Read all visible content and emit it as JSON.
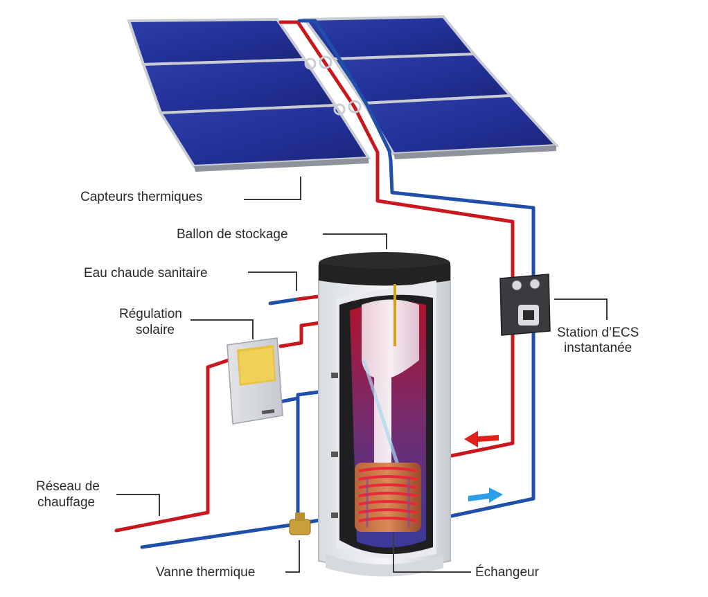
{
  "labels": {
    "capteurs": "Capteurs thermiques",
    "ballon": "Ballon de stockage",
    "eau_chaude": "Eau chaude sanitaire",
    "regulation_line1": "Régulation",
    "regulation_line2": "solaire",
    "station_line1": "Station d’ECS",
    "station_line2": "instantanée",
    "reseau_line1": "Réseau de",
    "reseau_line2": "chauffage",
    "vanne": "Vanne thermique",
    "echangeur": "Échangeur"
  },
  "colors": {
    "hot_pipe": "#c8171d",
    "cold_pipe": "#1f4fa8",
    "panel": "#22349a",
    "arrow_hot": "#e0201b",
    "arrow_cold": "#2a9ee6"
  }
}
